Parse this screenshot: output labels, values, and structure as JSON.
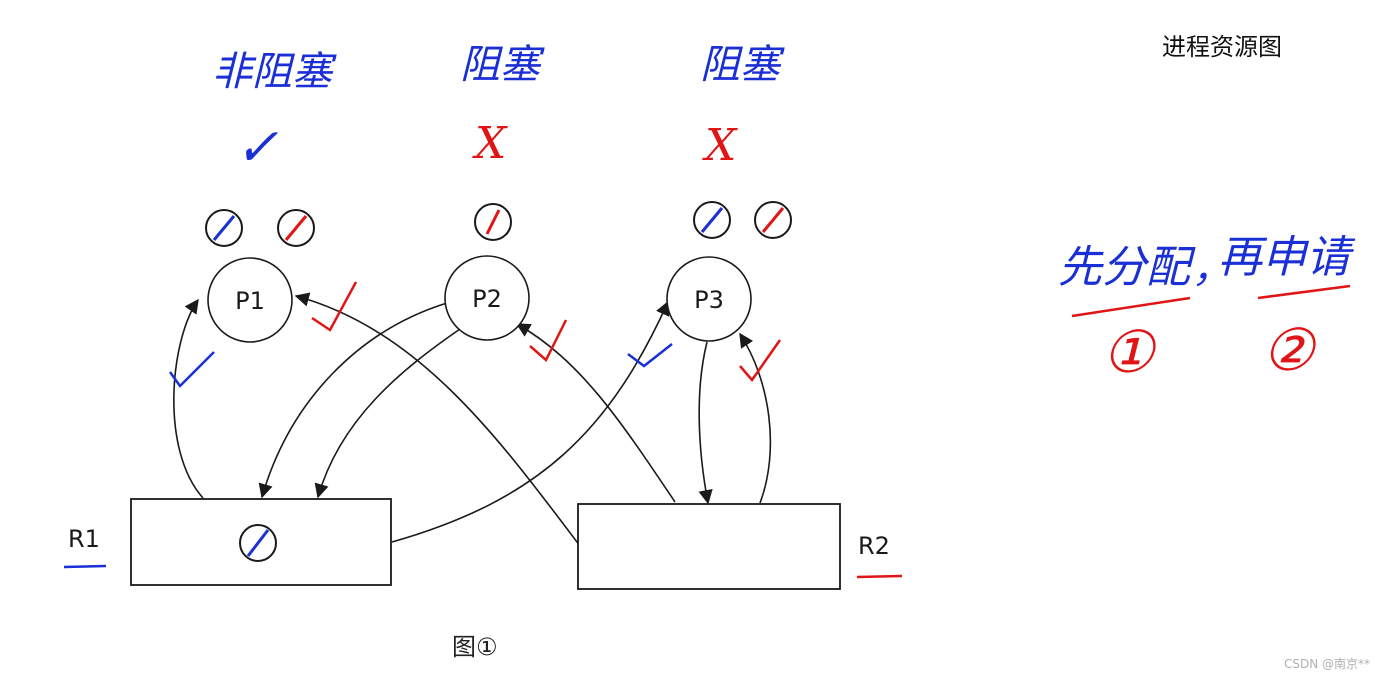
{
  "title": "进程资源图",
  "caption": "图①",
  "watermark": "CSDN @南京**",
  "processes": [
    {
      "id": "P1",
      "label": "P1",
      "status_label": "非阻塞",
      "status_mark": "✓"
    },
    {
      "id": "P2",
      "label": "P2",
      "status_label": "阻塞",
      "status_mark": "X"
    },
    {
      "id": "P3",
      "label": "P3",
      "status_label": "阻塞",
      "status_mark": "X"
    }
  ],
  "resources": [
    {
      "id": "R1",
      "label": "R1"
    },
    {
      "id": "R2",
      "label": "R2"
    }
  ],
  "side_note": {
    "step1_text": "先分配",
    "step1_number": "①",
    "step2_text": "再申请",
    "step2_number": "②",
    "separator": "，"
  },
  "colors": {
    "blue_ink": "#1a2fd6",
    "red_ink": "#e01515",
    "line": "#1a1a1a"
  }
}
